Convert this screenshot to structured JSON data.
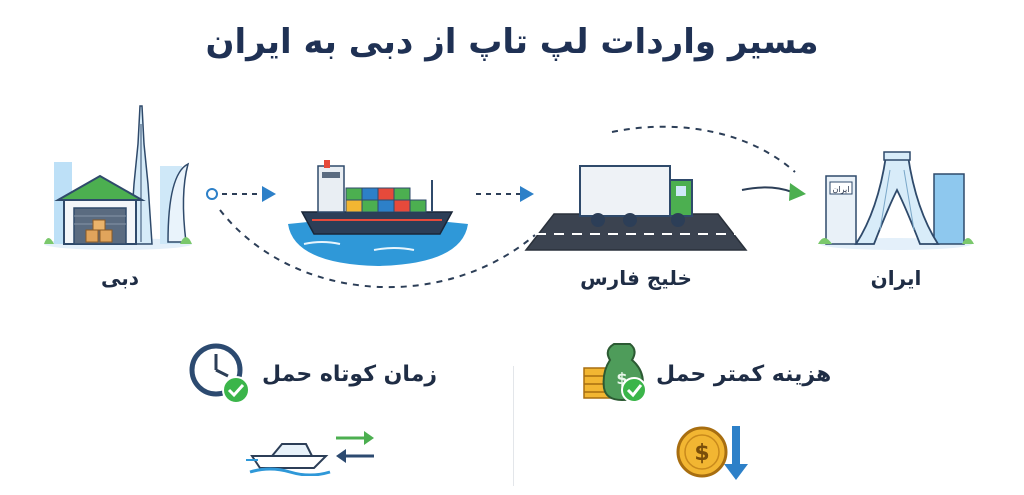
{
  "title": "مسیر واردات لپ تاپ از دبی به ایران",
  "nodes": {
    "dubai": {
      "label": "دبی"
    },
    "gulf": {
      "label": "خلیج فارس"
    },
    "iran": {
      "label": "ایران",
      "building_sign": "ایران"
    }
  },
  "benefits": {
    "short_time": {
      "label": "زمان کوتاه حمل"
    },
    "low_cost": {
      "label": "هزینه کمتر حمل"
    }
  },
  "colors": {
    "title": "#1f3154",
    "route_arrow": "#2d80c8",
    "truck_green": "#4caf50",
    "sea": "#2f98d8",
    "ship_hull": "#2c3e57",
    "check_green": "#3bb54a",
    "coin_gold": "#f2b632"
  },
  "icons": [
    "warehouse-icon",
    "burj-khalifa-icon",
    "cargo-ship-icon",
    "truck-icon",
    "azadi-tower-icon",
    "clock-icon",
    "check-icon",
    "yacht-icon",
    "swap-arrows-icon",
    "money-bag-icon",
    "coin-stack-icon",
    "dollar-coin-icon",
    "down-arrow-icon"
  ]
}
